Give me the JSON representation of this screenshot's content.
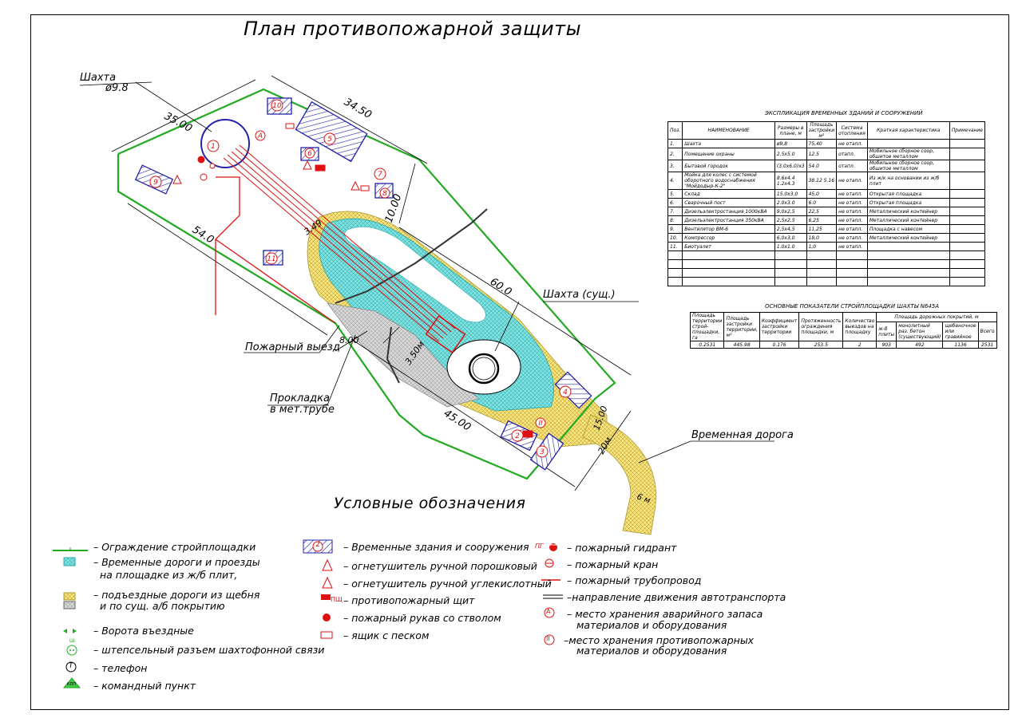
{
  "title": "План противопожарной защиты",
  "labels": {
    "shaft": "Шахта",
    "shaft_diam": "ø9.8",
    "shaft_existing": "Шахта       (сущ.)",
    "fire_exit": "Пожарный выезд",
    "pipe_line1": "Прокладка",
    "pipe_line2": "в мет.трубе",
    "temp_road": "Временная дорога"
  },
  "dimensions": {
    "d35": "35.00",
    "d3450": "34.50",
    "d54": "54.0",
    "d10": "10.00",
    "d60": "60.0",
    "d45": "45.00",
    "d349": "3.49",
    "d8": "8.00",
    "d350": "3.50м",
    "d15": "15.00",
    "d20": "20м",
    "d6": "6 м"
  },
  "markers": [
    "1",
    "2",
    "3",
    "4",
    "5",
    "6",
    "7",
    "8",
    "9",
    "10",
    "11",
    "A",
    "II"
  ],
  "explication": {
    "caption": "ЭКСПЛИКАЦИЯ ВРЕМЕННЫХ ЗДАНИЙ И СООРУЖЕНИЙ",
    "headers": [
      "Поз.",
      "НАИМЕНОВАНИЕ",
      "Размеры в плане, м",
      "Площадь застройки м²",
      "Система отопления",
      "Краткая характеристика",
      "Примечание"
    ],
    "rows": [
      [
        "1.",
        "Шахта",
        "ø9,8",
        "75,40",
        "не отапл.",
        "",
        ""
      ],
      [
        "2.",
        "Помещение охраны",
        "2.5x5.0",
        "12.5",
        "отапл.",
        "Мобильное сборное coop, обшитое металлом",
        ""
      ],
      [
        "3.",
        "Бытовой городок",
        "(3.0x6.0)x3",
        "54.0",
        "отапл.",
        "Мобильное сборное coop, обшитое металлом",
        ""
      ],
      [
        "4.",
        "Мойка для колес с системой оборотного водоснабжения \"Мойдодыр-К-2\"",
        "8.6x4.4 1.2x4.3",
        "38.12 5.16",
        "не отапл.",
        "Из ж/к на основании из ж/б плит",
        ""
      ],
      [
        "5.",
        "Склад",
        "15.0x3.0",
        "45,0",
        "не отапл.",
        "Открытая площадка",
        ""
      ],
      [
        "6.",
        "Сварочный пост",
        "2.0x3.0",
        "6.0",
        "не отапл.",
        "Открытая площадка",
        ""
      ],
      [
        "7.",
        "Дизельэлектростанция 1000кВА",
        "9,0x2,5",
        "22,5",
        "не отапл.",
        "Металлический контейнер",
        ""
      ],
      [
        "8.",
        "Дизельэлектростанция 350кВА",
        "2,5x2,5",
        "6,25",
        "не отапл.",
        "Металлический контейнер",
        ""
      ],
      [
        "9.",
        "Вентилятор ВМ-6",
        "2,5x4,5",
        "11,25",
        "не отапл.",
        "Площадка с навесом",
        ""
      ],
      [
        "10.",
        "Компрессор",
        "6,0x3,0",
        "18,0",
        "не отапл.",
        "Металлический контейнер",
        ""
      ],
      [
        "11.",
        "Биотуалет",
        "1.0x1.0",
        "1,0",
        "не отапл.",
        "",
        ""
      ]
    ]
  },
  "indicators": {
    "caption": "ОСНОВНЫЕ  ПОКАЗАТЕЛИ  СТРОЙПЛОЩАДКИ ШАХТЫ N645А",
    "headers": [
      "Площадь территории строй-площадки, га",
      "Площадь застройки территории, м²",
      "Коэффициент застройки территории",
      "Протяженность ограждения площадки, м",
      "Количество выездов на площадку",
      "Площадь дорожных покрытий, м"
    ],
    "subheaders": [
      "ж-б плиты",
      "монолитный раз. бетон (существующий)",
      "щебеночное или гравийное",
      "Всего"
    ],
    "values": [
      "0.2531",
      "445.98",
      "0.176",
      "253.5",
      "2",
      "903",
      "492",
      "1136",
      "2531"
    ]
  },
  "legend": {
    "title": "Условные обозначения",
    "col1": [
      {
        "icon": "fence-icon",
        "text": "– Ограждение стройплощадки"
      },
      {
        "icon": "slab-road-icon",
        "text": "– Временные дороги и проезды",
        "text2": "на площадке из ж/б плит,"
      },
      {
        "icon": "gravel-road-icon",
        "text": "– подъездные дороги из щебня",
        "text2": "и по сущ. а/б покрытию"
      },
      {
        "icon": "gate-icon",
        "text": "– Ворота въездные"
      },
      {
        "icon": "plug-icon",
        "text": "– штепсельный разъем шахтофонной связи"
      },
      {
        "icon": "phone-icon",
        "text": "– телефон"
      },
      {
        "icon": "command-post-icon",
        "text": "– командный пункт"
      }
    ],
    "col2": [
      {
        "icon": "temp-building-icon",
        "text": "– Временные здания и сооружения"
      },
      {
        "icon": "powder-extinguisher-icon",
        "text": "– огнетушитель ручной порошковый"
      },
      {
        "icon": "co2-extinguisher-icon",
        "text": "– огнетушитель ручной углекислотный"
      },
      {
        "icon": "fire-shield-icon",
        "text": "– противопожарный щит"
      },
      {
        "icon": "fire-hose-icon",
        "text": "– пожарный рукав со стволом"
      },
      {
        "icon": "sand-box-icon",
        "text": "– ящик с песком"
      }
    ],
    "col3": [
      {
        "icon": "hydrant-icon",
        "text": "– пожарный гидрант"
      },
      {
        "icon": "fire-valve-icon",
        "text": "– пожарный кран"
      },
      {
        "icon": "fire-pipe-icon",
        "text": "– пожарный трубопровод"
      },
      {
        "icon": "traffic-direction-icon",
        "text": "–направление движения автотранспорта"
      },
      {
        "icon": "emergency-storage-icon",
        "text": "– место хранения аварийного запаса",
        "text2": "материалов и оборудования"
      },
      {
        "icon": "fire-storage-icon",
        "text": "–место хранения противопожарных",
        "text2": "материалов и оборудования"
      }
    ],
    "icon_texts": {
      "shield": "ПЩ",
      "hydrant": "ПГ",
      "plug": "Ш",
      "phone": "Т",
      "cp": "КПП",
      "num2": "2",
      "emA": "A",
      "fireII": "II"
    }
  },
  "colors": {
    "fence": "#22aa22",
    "pipe": "#dd1111",
    "blue": "#2222aa",
    "cyan_road": "#66dddd",
    "yellow_road": "#f5e27a"
  }
}
